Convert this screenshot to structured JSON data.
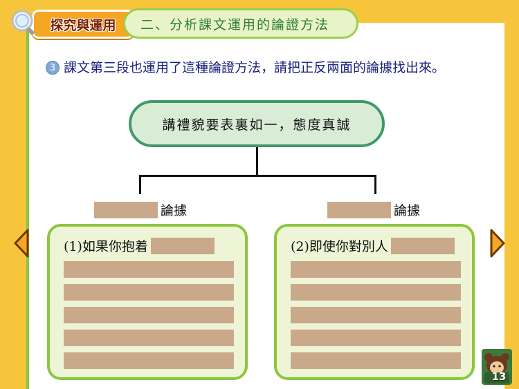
{
  "badge": {
    "label": "探究與運用",
    "icon": "magnifier-icon"
  },
  "header": {
    "title": "二、分析課文運用的論證方法"
  },
  "question": {
    "number": "3",
    "text": "課文第三段也運用了這種論證方法，請把正反兩面的論據找出來。"
  },
  "claim": {
    "text": "講禮貌要表裏如一，態度真誠"
  },
  "left": {
    "tag_label": "論據",
    "item_text": "(1)如果你抱着"
  },
  "right": {
    "tag_label": "論據",
    "item_text": "(2)即使你對別人"
  },
  "nav": {
    "prev_icon": "arrow-left-icon",
    "next_icon": "arrow-right-icon"
  },
  "page": {
    "number": "13",
    "mascot_icon": "bear-mascot-icon"
  },
  "colors": {
    "background": "#f7c53b",
    "accent_green": "#8cc63f",
    "blank_fill": "#c9a98a",
    "claim_border": "#3f9a6a"
  }
}
